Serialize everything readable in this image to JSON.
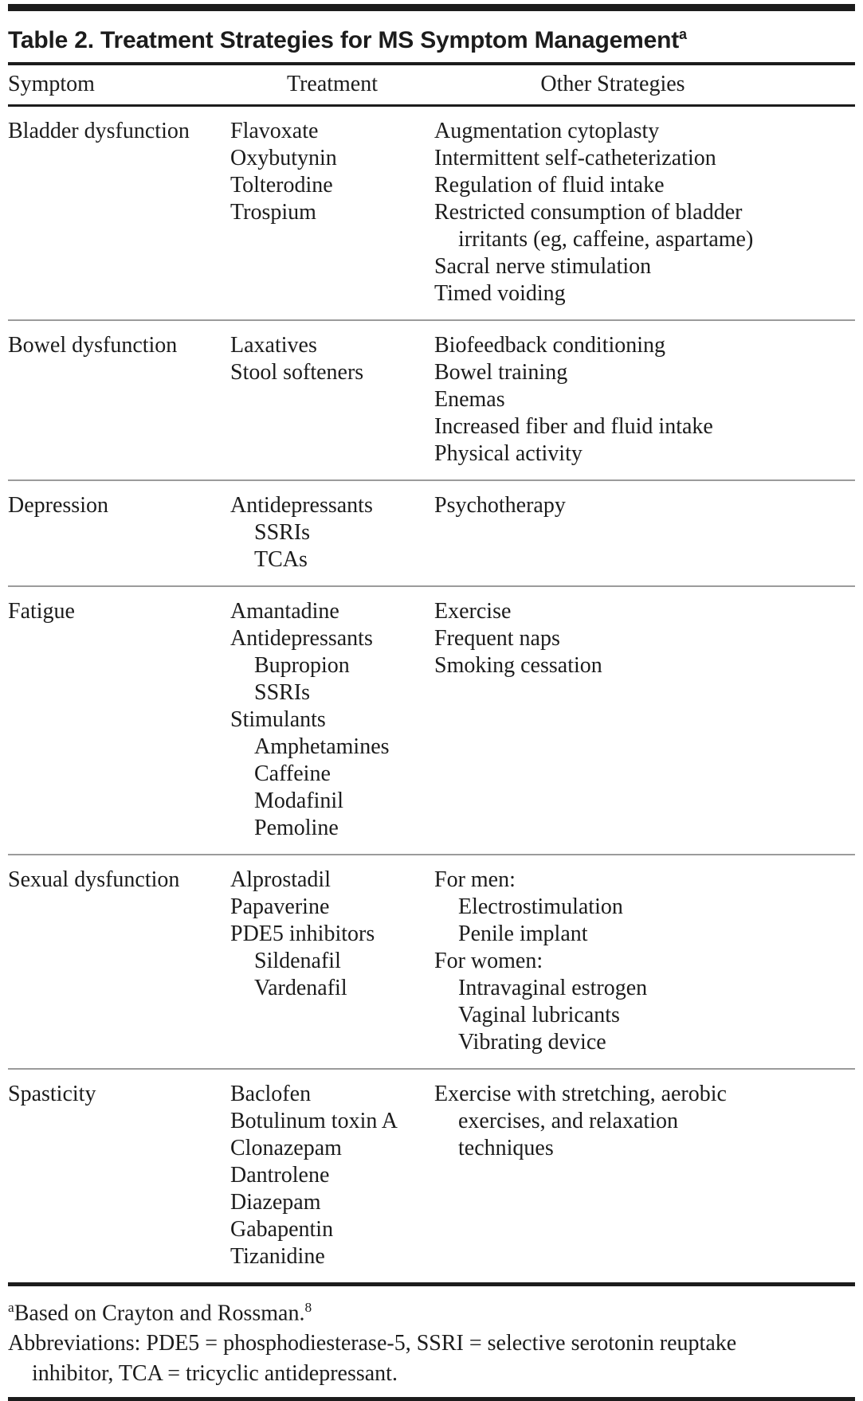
{
  "table": {
    "title": "Table 2. Treatment Strategies for MS Symptom Management",
    "title_sup": "a",
    "columns": [
      "Symptom",
      "Treatment",
      "Other Strategies"
    ],
    "rows": [
      {
        "symptom": "Bladder dysfunction",
        "treatments": [
          {
            "text": "Flavoxate",
            "indent": 0
          },
          {
            "text": "Oxybutynin",
            "indent": 0
          },
          {
            "text": "Tolterodine",
            "indent": 0
          },
          {
            "text": "Trospium",
            "indent": 0
          }
        ],
        "strategies": [
          {
            "text": "Augmentation cytoplasty",
            "indent": 0
          },
          {
            "text": "Intermittent self-catheterization",
            "indent": 0
          },
          {
            "text": "Regulation of fluid intake",
            "indent": 0
          },
          {
            "text": "Restricted consumption of bladder",
            "indent": 0
          },
          {
            "text": "irritants (eg, caffeine, aspartame)",
            "indent": 1
          },
          {
            "text": "Sacral nerve stimulation",
            "indent": 0
          },
          {
            "text": "Timed voiding",
            "indent": 0
          }
        ]
      },
      {
        "symptom": "Bowel dysfunction",
        "treatments": [
          {
            "text": "Laxatives",
            "indent": 0
          },
          {
            "text": "Stool softeners",
            "indent": 0
          }
        ],
        "strategies": [
          {
            "text": "Biofeedback conditioning",
            "indent": 0
          },
          {
            "text": "Bowel training",
            "indent": 0
          },
          {
            "text": "Enemas",
            "indent": 0
          },
          {
            "text": "Increased fiber and fluid intake",
            "indent": 0
          },
          {
            "text": "Physical activity",
            "indent": 0
          }
        ]
      },
      {
        "symptom": "Depression",
        "treatments": [
          {
            "text": "Antidepressants",
            "indent": 0
          },
          {
            "text": "SSRIs",
            "indent": 1
          },
          {
            "text": "TCAs",
            "indent": 1
          }
        ],
        "strategies": [
          {
            "text": "Psychotherapy",
            "indent": 0
          }
        ]
      },
      {
        "symptom": "Fatigue",
        "treatments": [
          {
            "text": "Amantadine",
            "indent": 0
          },
          {
            "text": "Antidepressants",
            "indent": 0
          },
          {
            "text": "Bupropion",
            "indent": 1
          },
          {
            "text": "SSRIs",
            "indent": 1
          },
          {
            "text": "Stimulants",
            "indent": 0
          },
          {
            "text": "Amphetamines",
            "indent": 1
          },
          {
            "text": "Caffeine",
            "indent": 1
          },
          {
            "text": "Modafinil",
            "indent": 1
          },
          {
            "text": "Pemoline",
            "indent": 1
          }
        ],
        "strategies": [
          {
            "text": "Exercise",
            "indent": 0
          },
          {
            "text": "Frequent naps",
            "indent": 0
          },
          {
            "text": "Smoking cessation",
            "indent": 0
          }
        ]
      },
      {
        "symptom": "Sexual dysfunction",
        "treatments": [
          {
            "text": "Alprostadil",
            "indent": 0
          },
          {
            "text": "Papaverine",
            "indent": 0
          },
          {
            "text": "PDE5 inhibitors",
            "indent": 0
          },
          {
            "text": "Sildenafil",
            "indent": 1
          },
          {
            "text": "Vardenafil",
            "indent": 1
          }
        ],
        "strategies": [
          {
            "text": "For men:",
            "indent": 0
          },
          {
            "text": "Electrostimulation",
            "indent": 1
          },
          {
            "text": "Penile implant",
            "indent": 1
          },
          {
            "text": "For women:",
            "indent": 0
          },
          {
            "text": "Intravaginal estrogen",
            "indent": 1
          },
          {
            "text": "Vaginal lubricants",
            "indent": 1
          },
          {
            "text": "Vibrating device",
            "indent": 1
          }
        ]
      },
      {
        "symptom": "Spasticity",
        "treatments": [
          {
            "text": "Baclofen",
            "indent": 0
          },
          {
            "text": "Botulinum toxin A",
            "indent": 0
          },
          {
            "text": "Clonazepam",
            "indent": 0
          },
          {
            "text": "Dantrolene",
            "indent": 0
          },
          {
            "text": "Diazepam",
            "indent": 0
          },
          {
            "text": "Gabapentin",
            "indent": 0
          },
          {
            "text": "Tizanidine",
            "indent": 0
          }
        ],
        "strategies": [
          {
            "text": "Exercise with stretching, aerobic",
            "indent": 0
          },
          {
            "text": "exercises, and relaxation",
            "indent": 1
          },
          {
            "text": "techniques",
            "indent": 1
          }
        ]
      }
    ]
  },
  "footnotes": {
    "source_sup": "a",
    "source_text": "Based on Crayton and Rossman.",
    "source_ref": "8",
    "abbreviations_line1": "Abbreviations: PDE5 = phosphodiesterase-5, SSRI = selective serotonin reuptake",
    "abbreviations_line2": "inhibitor, TCA = tricyclic antidepressant."
  }
}
